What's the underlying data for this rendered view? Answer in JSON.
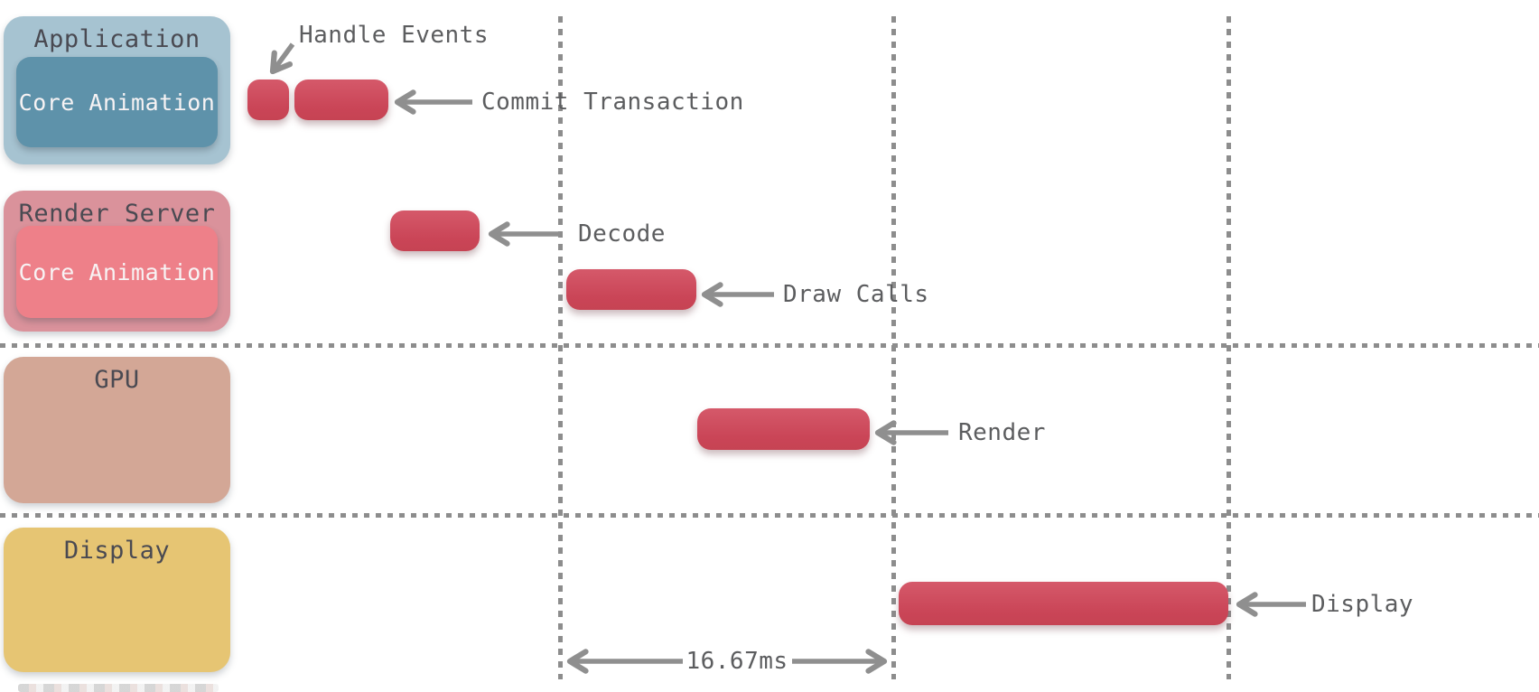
{
  "lanes": [
    {
      "title": "Application",
      "sublabel": "Core Animation"
    },
    {
      "title": "Render Server",
      "sublabel": "Core Animation"
    },
    {
      "title": "GPU",
      "sublabel": ""
    },
    {
      "title": "Display",
      "sublabel": ""
    }
  ],
  "tasks": [
    {
      "label": "Handle Events",
      "lane": "Application"
    },
    {
      "label": "Commit Transaction",
      "lane": "Application"
    },
    {
      "label": "Decode",
      "lane": "Render Server"
    },
    {
      "label": "Draw Calls",
      "lane": "Render Server"
    },
    {
      "label": "Render",
      "lane": "GPU"
    },
    {
      "label": "Display",
      "lane": "Display"
    }
  ],
  "timing": {
    "frame_interval": "16.67ms"
  },
  "colors": {
    "task_bar": "#cb4a5b",
    "application_outer": "#a6c3d1",
    "application_inner": "#5e92aa",
    "render_server_outer": "#da929b",
    "render_server_inner": "#ee8089",
    "gpu_box": "#d3a796",
    "display_box": "#e6c573",
    "guide_line": "#8d8d8d",
    "arrow": "#8f8f8f",
    "label_text": "#5c5d5f",
    "title_text": "#4a4a52"
  }
}
